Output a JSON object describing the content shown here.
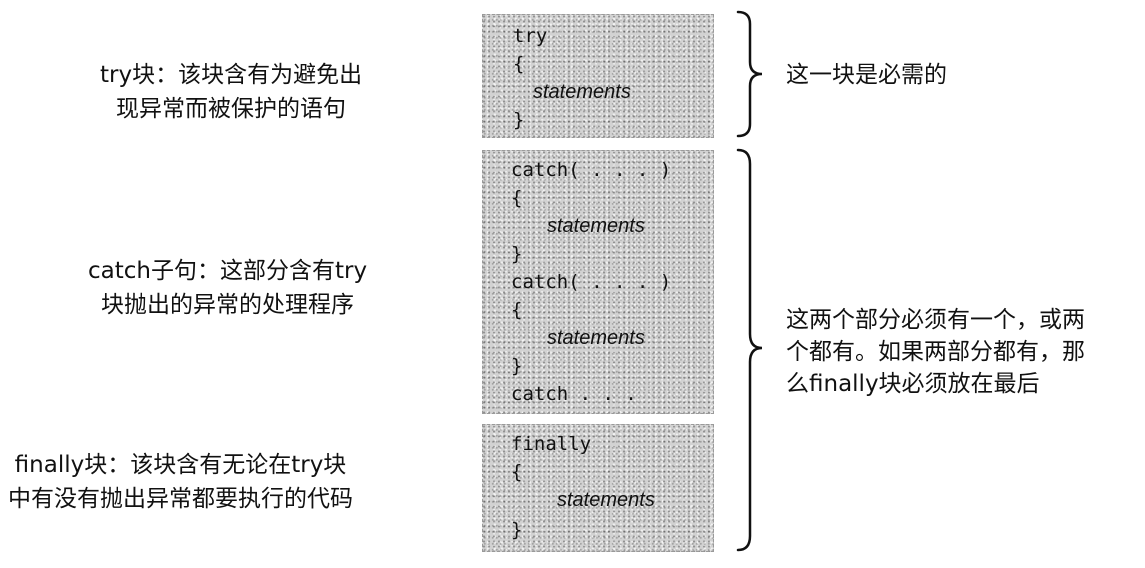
{
  "annotations": {
    "try_block": [
      "try块：该块含有为避免出",
      "现异常而被保护的语句"
    ],
    "catch_clause": [
      "catch子句：这部分含有try",
      "块抛出的异常的处理程序"
    ],
    "finally_block": [
      "finally块：该块含有无论在try块",
      "中有没有抛出异常都要执行的代码"
    ],
    "required": "这一块是必需的",
    "optional": [
      "这两个部分必须有一个，或两",
      "个都有。如果两部分都有，那",
      "么finally块必须放在最后"
    ]
  },
  "code": {
    "try_keyword": "try",
    "open_brace": "{",
    "close_brace": "}",
    "statements": "statements",
    "catch_header": "catch( . . . )",
    "catch_more": "catch . . .",
    "finally_keyword": "finally"
  }
}
